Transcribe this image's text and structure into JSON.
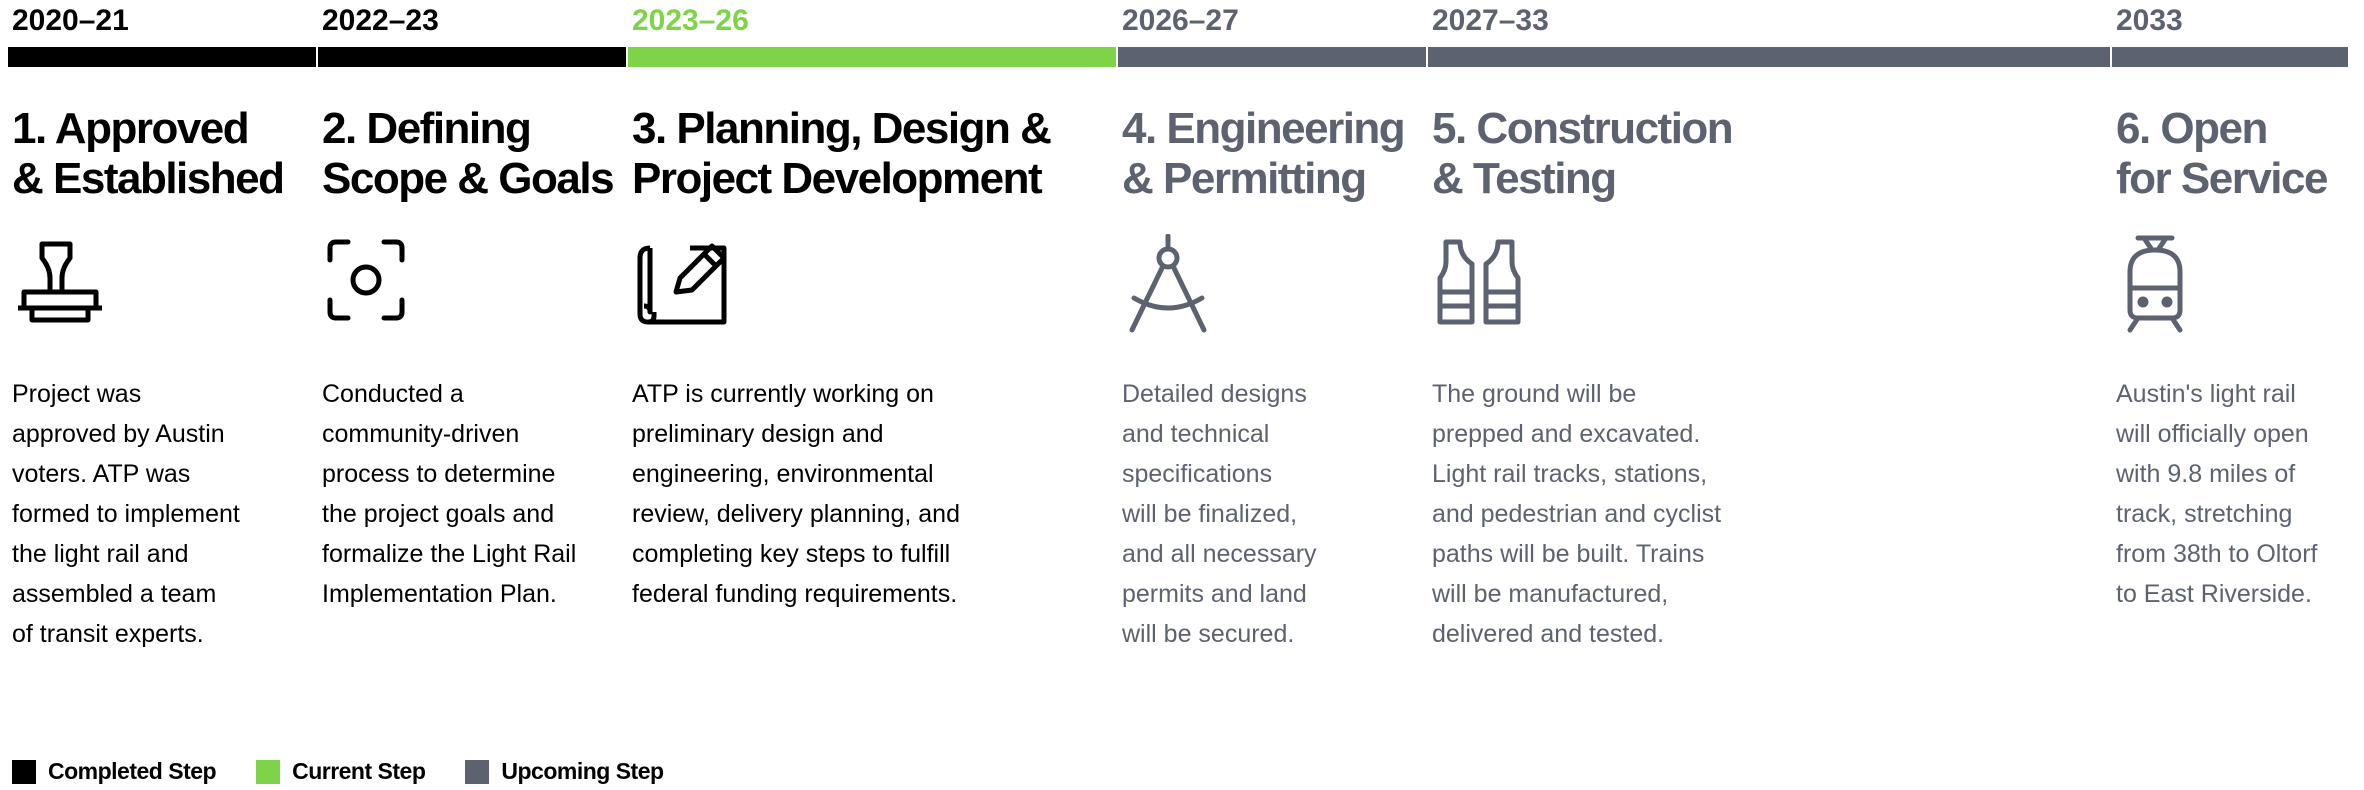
{
  "colors": {
    "completed": "#000000",
    "current": "#7ed348",
    "upcoming": "#5c6270"
  },
  "phases": [
    {
      "status": "completed",
      "years": "2020–21",
      "title": [
        "1. Approved",
        "& Established"
      ],
      "icon": "stamp-icon",
      "description": [
        "Project was",
        "approved by Austin",
        "voters. ATP was",
        "formed to implement",
        "the light rail and",
        "assembled a team",
        "of transit experts."
      ]
    },
    {
      "status": "completed",
      "years": "2022–23",
      "title": [
        "2. Defining",
        "Scope & Goals"
      ],
      "icon": "focus-target-icon",
      "description": [
        "Conducted a",
        "community-driven",
        "process to determine",
        "the project goals and",
        "formalize the Light Rail",
        "Implementation Plan."
      ]
    },
    {
      "status": "current",
      "years": "2023–26",
      "title": [
        "3. Planning, Design &",
        "Project Development"
      ],
      "icon": "blueprint-pencil-icon",
      "description": [
        "ATP is currently working on",
        "preliminary design and",
        "engineering, environmental",
        "review, delivery planning, and",
        "completing key steps to fulfill",
        "federal funding requirements."
      ]
    },
    {
      "status": "upcoming",
      "years": "2026–27",
      "title": [
        "4. Engineering",
        "& Permitting"
      ],
      "icon": "compass-icon",
      "description": [
        "Detailed designs",
        "and technical",
        "specifications",
        "will be finalized,",
        "and all necessary",
        "permits and land",
        "will be secured."
      ]
    },
    {
      "status": "upcoming",
      "years": "2027–33",
      "title": [
        "5. Construction",
        "& Testing"
      ],
      "icon": "safety-vest-icon",
      "description": [
        "The ground will be",
        "prepped and excavated.",
        "Light rail tracks, stations,",
        "and pedestrian and cyclist",
        "paths will be built. Trains",
        "will be manufactured,",
        "delivered and tested."
      ]
    },
    {
      "status": "upcoming",
      "years": "2033",
      "title": [
        "6. Open",
        "for Service"
      ],
      "icon": "light-rail-train-icon",
      "description": [
        "Austin's light rail",
        "will officially open",
        "with 9.8 miles of",
        "track, stretching",
        "from 38th to Oltorf",
        "to East Riverside."
      ]
    }
  ],
  "legend": [
    {
      "label": "Completed Step",
      "status": "completed"
    },
    {
      "label": "Current Step",
      "status": "current"
    },
    {
      "label": "Upcoming Step",
      "status": "upcoming"
    }
  ]
}
